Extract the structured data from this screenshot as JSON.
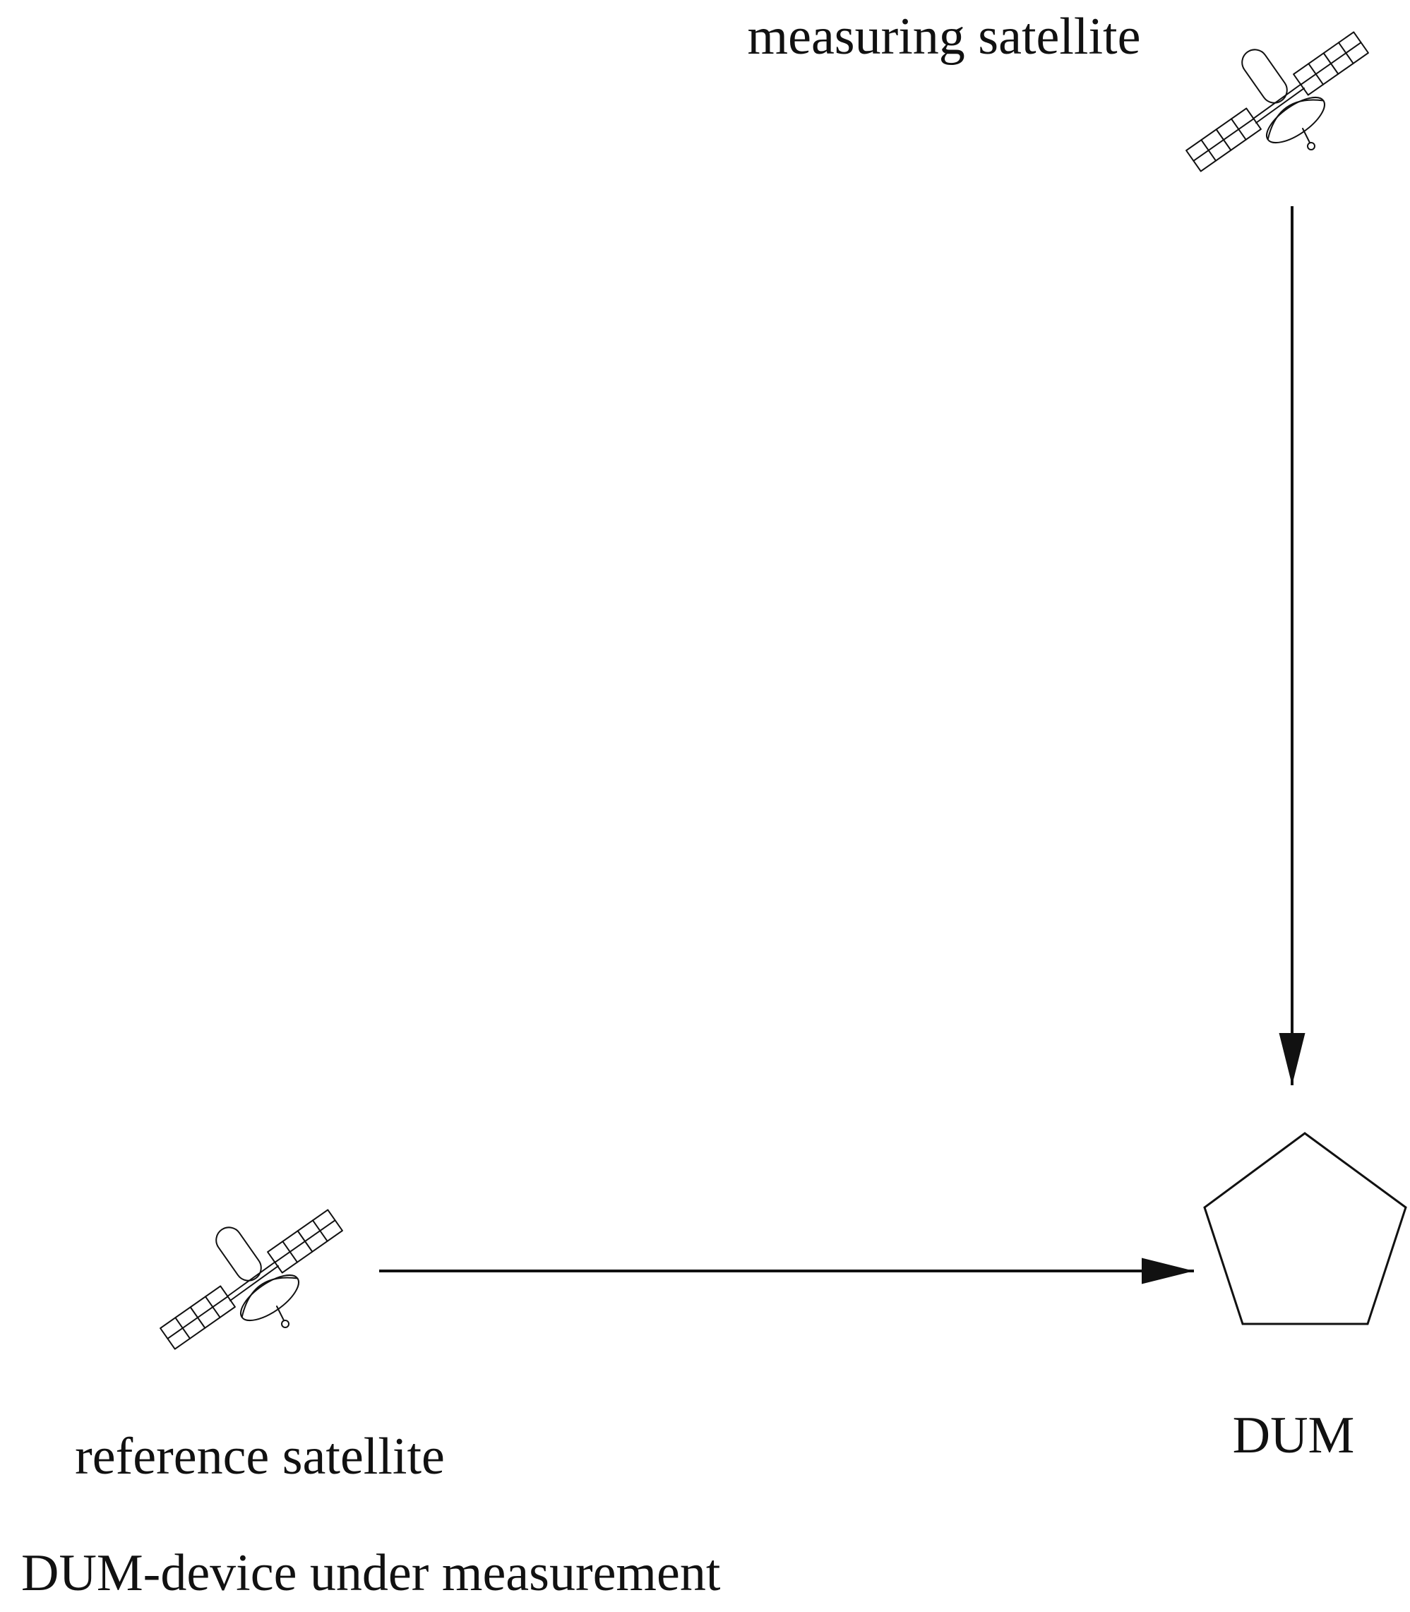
{
  "diagram": {
    "nodes": {
      "measuring_satellite": {
        "label": "measuring satellite",
        "icon": "satellite-icon"
      },
      "reference_satellite": {
        "label": "reference satellite",
        "icon": "satellite-icon"
      },
      "dum": {
        "label": "DUM",
        "shape": "pentagon"
      }
    },
    "edges": [
      {
        "from": "measuring_satellite",
        "to": "dum"
      },
      {
        "from": "reference_satellite",
        "to": "dum"
      }
    ],
    "footnote": "DUM-device under measurement",
    "colors": {
      "stroke": "#111111",
      "background": "#ffffff"
    }
  }
}
